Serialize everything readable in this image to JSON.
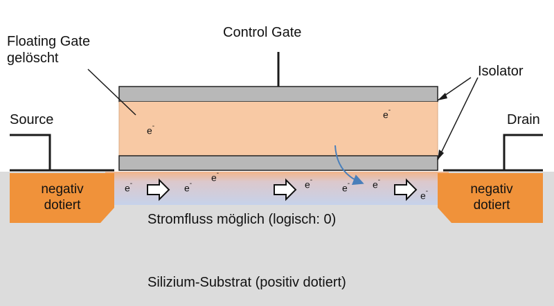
{
  "labels": {
    "control_gate": "Control Gate",
    "floating_gate": "Floating Gate\ngelöscht",
    "isolator": "Isolator",
    "source": "Source",
    "drain": "Drain",
    "source_region": "negativ\ndotiert",
    "drain_region": "negativ\ndotiert",
    "channel": "Stromfluss möglich (logisch: 0)",
    "substrate": "Silizium-Substrat (positiv dotiert)"
  },
  "electron": {
    "symbol": "e",
    "charge": "-"
  },
  "colors": {
    "substrate": "#dcdcdc",
    "doped_region": "#f0923a",
    "floating_gate": "#f8c9a4",
    "isolator": "#b8b8b8",
    "channel": "#c9d4ea",
    "arrow": "#4a7fba"
  }
}
